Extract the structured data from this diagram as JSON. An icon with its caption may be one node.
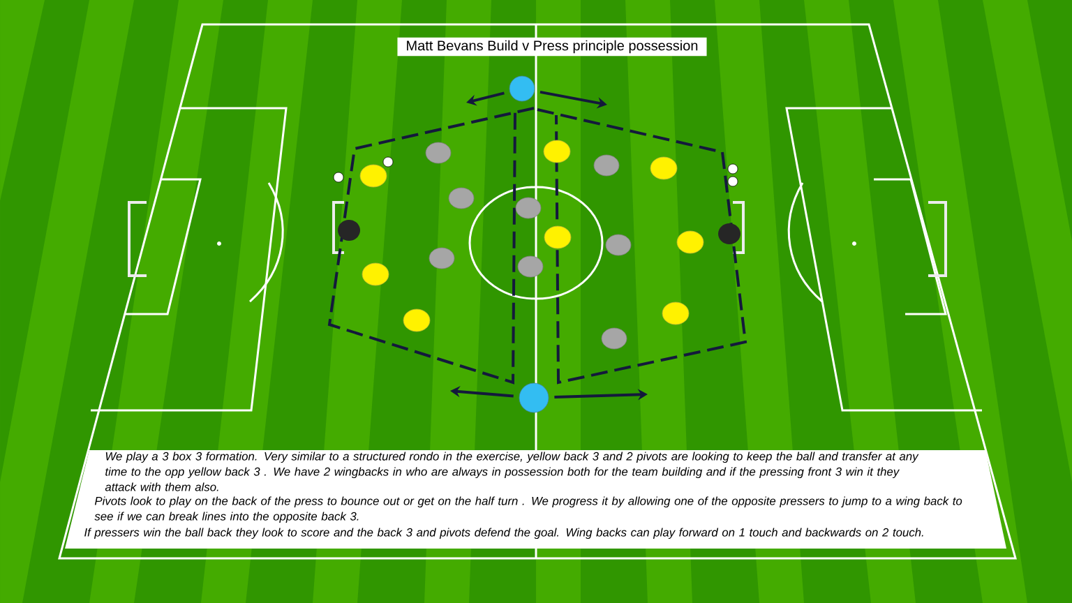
{
  "diagram": {
    "title": "Matt Bevans Build v Press principle possession",
    "nodes": [
      {
        "text": [],
        "shape": "circle"
      },
      {
        "text": [],
        "shape": "circle"
      }
    ],
    "edges": [
      {
        "from": 0,
        "to": null,
        "arrow": "to"
      },
      {
        "from": 0,
        "to": null,
        "arrow": "to"
      },
      {
        "from": 1,
        "to": null,
        "arrow": "to"
      },
      {
        "from": 1,
        "to": null,
        "arrow": "to"
      }
    ],
    "labels": [
      "We play a 3 box 3 formation. Very similar to a structured rondo in the exercise, yellow back 3 and 2 pivots are looking to keep the ball and transfer at any time to the opp yellow back 3 . We have 2 wingbacks in who are always in possession both for the team building and if the pressing front 3 win it they attack with them also.",
      "Pivots look to play on the back of the press to bounce out or get on the half turn . We progress it by allowing one of the opposite pressers to jump to a wing back to see if we can break lines into the opposite back 3.",
      "If pressers win the ball back they look to score and the back 3 and pivots defend the goal. Wing backs can play forward on 1 touch and backwards on 2 touch."
    ]
  }
}
